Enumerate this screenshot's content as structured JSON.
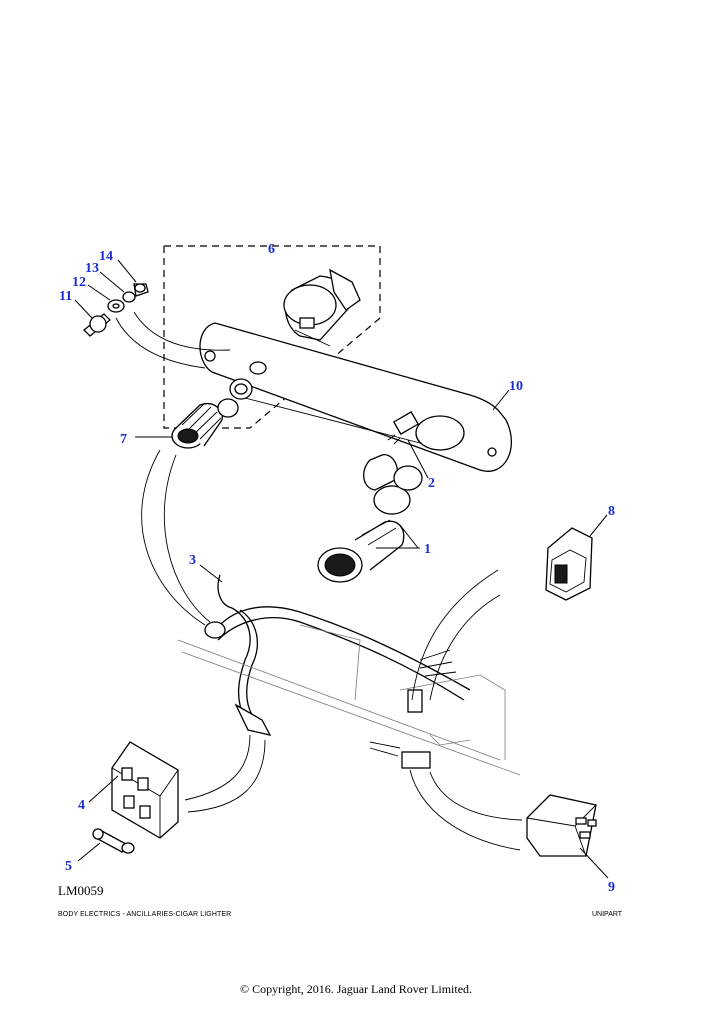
{
  "diagram": {
    "id_label": "LM0059",
    "footer_left": "BODY ELECTRICS - ANCILLARIES-CIGAR LIGHTER",
    "footer_right": "UNIPART",
    "copyright": "© Copyright, 2016. Jaguar Land Rover Limited."
  },
  "callouts": [
    {
      "key": "1",
      "label": "1"
    },
    {
      "key": "2",
      "label": "2"
    },
    {
      "key": "3",
      "label": "3"
    },
    {
      "key": "4",
      "label": "4"
    },
    {
      "key": "5",
      "label": "5"
    },
    {
      "key": "6",
      "label": "6"
    },
    {
      "key": "7",
      "label": "7"
    },
    {
      "key": "8",
      "label": "8"
    },
    {
      "key": "9",
      "label": "9"
    },
    {
      "key": "10",
      "label": "10"
    },
    {
      "key": "11",
      "label": "11"
    },
    {
      "key": "12",
      "label": "12"
    },
    {
      "key": "13",
      "label": "13"
    },
    {
      "key": "14",
      "label": "14"
    }
  ],
  "colors": {
    "callout": "#1a2fd0",
    "line": "#000000",
    "background": "#ffffff"
  }
}
